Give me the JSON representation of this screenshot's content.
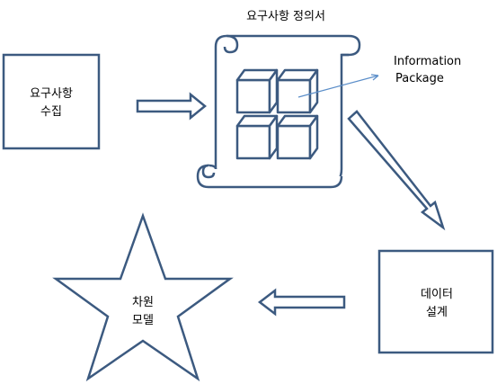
{
  "diagram": {
    "spec_title": "요구사항 정의서",
    "collect_box": {
      "line1": "요구사항",
      "line2": "수집"
    },
    "info_package": {
      "line1": "Information",
      "line2": "Package"
    },
    "data_design_box": {
      "line1": "데이터",
      "line2": "설계"
    },
    "dimension_star": {
      "line1": "차원",
      "line2": "모델"
    }
  },
  "colors": {
    "stroke": "#3c5a80",
    "cube_front": "#ffffff",
    "leader_line": "#5b8ec9",
    "text": "#000000"
  }
}
